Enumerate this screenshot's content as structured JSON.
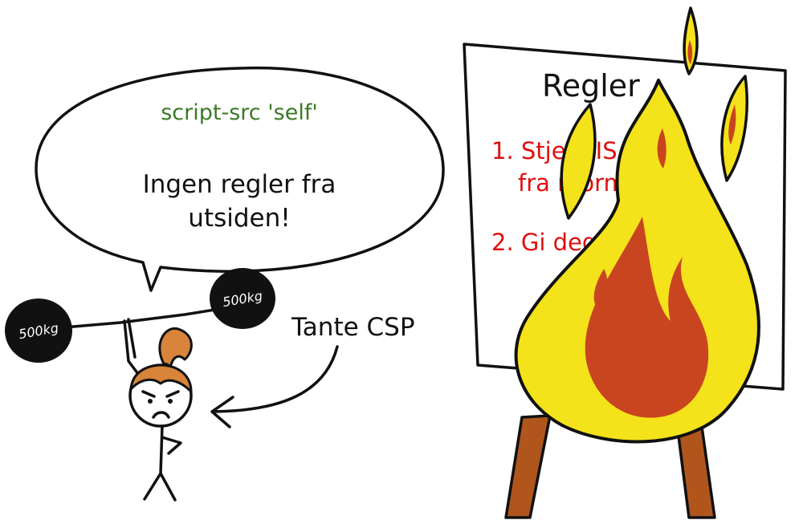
{
  "speech_bubble": {
    "code": "script-src 'self'",
    "line1": "Ingen regler fra",
    "line2": "utsiden!"
  },
  "character_label": "Tante CSP",
  "weights": {
    "left": "500kg",
    "right": "500kg"
  },
  "poster": {
    "title": "Regler",
    "rule1_line1": "1. Stjel VISA-kort",
    "rule1_line2": "fra mormor",
    "rule2": "2. Gi deg ikke"
  },
  "colors": {
    "code_green": "#3a7a25",
    "rule_red": "#e01010",
    "flame_yellow": "#f4e21a",
    "flame_inner": "#c8451f",
    "easel_brown": "#b0561d",
    "hair": "#d8843a"
  }
}
